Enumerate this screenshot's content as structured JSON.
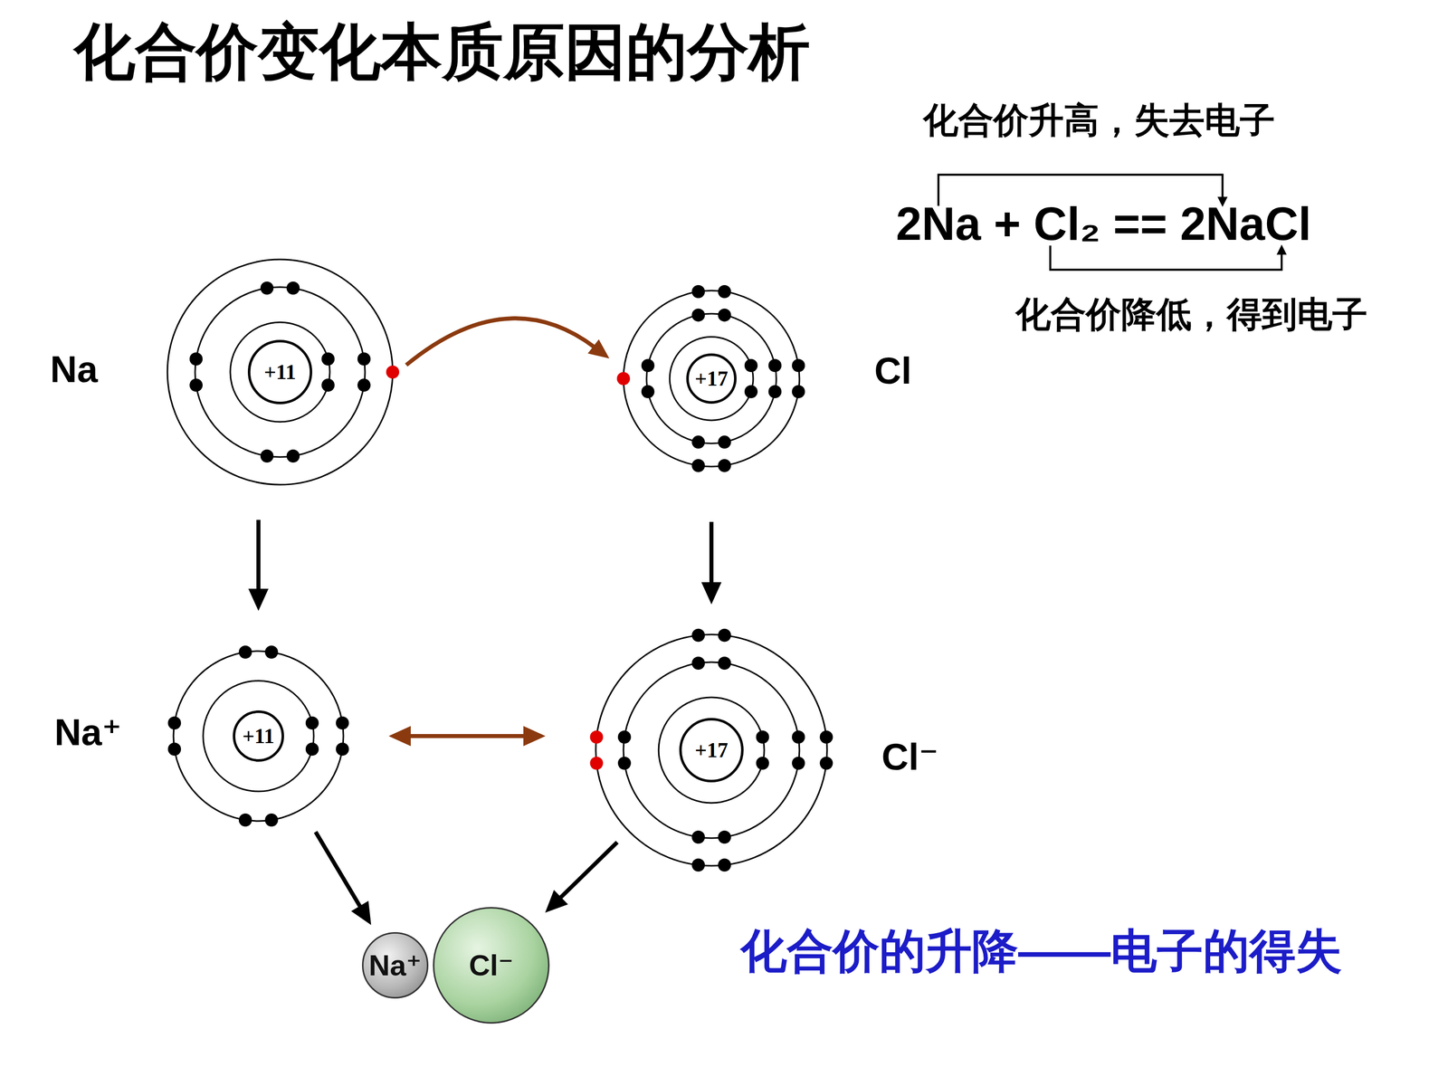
{
  "diagram": {
    "title": "化合价变化本质原因的分析",
    "nodes": [
      {
        "text": [
          "Na"
        ]
      },
      {
        "text": [
          "+11"
        ],
        "in": 0
      },
      {
        "text": [
          "Cl"
        ]
      },
      {
        "text": [
          "+17"
        ],
        "in": 2
      },
      {
        "text": [
          "Na⁺"
        ]
      },
      {
        "text": [
          "+11"
        ],
        "in": 4
      },
      {
        "text": [
          "Cl⁻"
        ]
      },
      {
        "text": [
          "+17"
        ],
        "in": 6
      },
      {
        "text": [
          "Na⁺"
        ]
      },
      {
        "text": [
          "Cl⁻"
        ]
      }
    ],
    "edges": [
      {
        "from": 0,
        "to": 4,
        "arrow": "to"
      },
      {
        "from": 2,
        "to": 6,
        "arrow": "to"
      },
      {
        "from": 4,
        "to": 6,
        "arrow": "both"
      },
      {
        "from": 4,
        "to": 8,
        "arrow": "to"
      },
      {
        "from": 6,
        "to": 9,
        "arrow": "to"
      }
    ],
    "labels": [
      "化合价升高，失去电子",
      "2Na + Cl₂ == 2NaCl",
      "化合价降低，得到电子",
      "化合价的升降——电子的得失"
    ]
  }
}
